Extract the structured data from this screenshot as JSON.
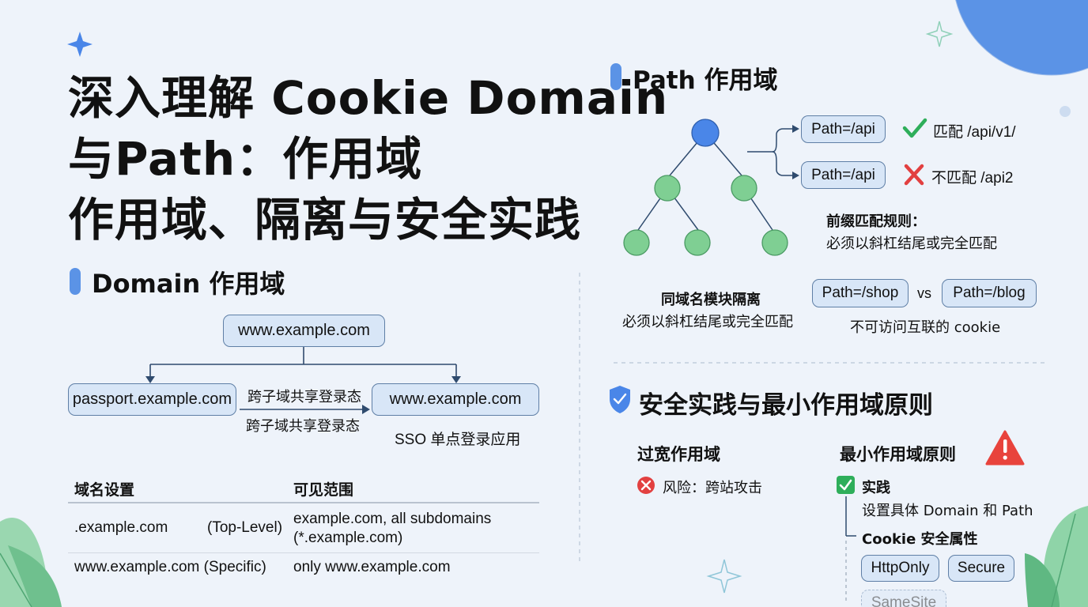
{
  "title": {
    "line1": "深入理解 Cookie Domain",
    "line2": "与Path：作用域",
    "line3": "作用域、隔离与安全实践"
  },
  "domain_section": {
    "heading": "Domain 作用域",
    "root": "www.example.com",
    "left_node": "passport.example.com",
    "right_node": "www.example.com",
    "arrow_label_top": "跨子域共享登录态",
    "arrow_label_bottom": "跨子域共享登录态",
    "right_caption": "SSO 单点登录应用",
    "table": {
      "headers": [
        "域名设置",
        "可见范围"
      ],
      "rows": [
        {
          "setting": ".example.com",
          "tag": "(Top-Level)",
          "scope_line1": "example.com, all subdomains",
          "scope_line2": "(*.example.com)"
        },
        {
          "setting": "www.example.com (Specific)",
          "tag": "",
          "scope_line1": "only www.example.com",
          "scope_line2": ""
        }
      ]
    }
  },
  "path_section": {
    "heading": "Path 作用域",
    "pill_match": "Path=/api",
    "match_text": "匹配 /api/v1/",
    "pill_nomatch": "Path=/api",
    "nomatch_text": "不匹配 /api2",
    "rule_title": "前缀匹配规则：",
    "rule_text": "必须以斜杠结尾或完全匹配",
    "iso_title": "同域名模块隔离",
    "iso_text": "必须以斜杠结尾或完全匹配",
    "pill_shop": "Path=/shop",
    "vs": "vs",
    "pill_blog": "Path=/blog",
    "shop_blog_caption": "不可访问互联的 cookie"
  },
  "security_section": {
    "heading": "安全实践与最小作用域原则",
    "too_wide_title": "过宽作用域",
    "risk_text": "风险：跨站攻击",
    "min_title": "最小作用域原则",
    "practice_title": "实践",
    "practice_text": "设置具体 Domain 和 Path",
    "attrs_title": "Cookie 安全属性",
    "attr_pills": [
      "HttpOnly",
      "Secure",
      "SameSite"
    ]
  },
  "colors": {
    "accent": "#5b93e6",
    "node_blue": "#4a86e8",
    "node_green": "#7fcf93",
    "pill_bg": "#d8e6f7",
    "pill_border": "#5f7fa6",
    "check_green": "#2eae5a",
    "cross_red": "#e24040",
    "warning_red": "#e8433c"
  }
}
